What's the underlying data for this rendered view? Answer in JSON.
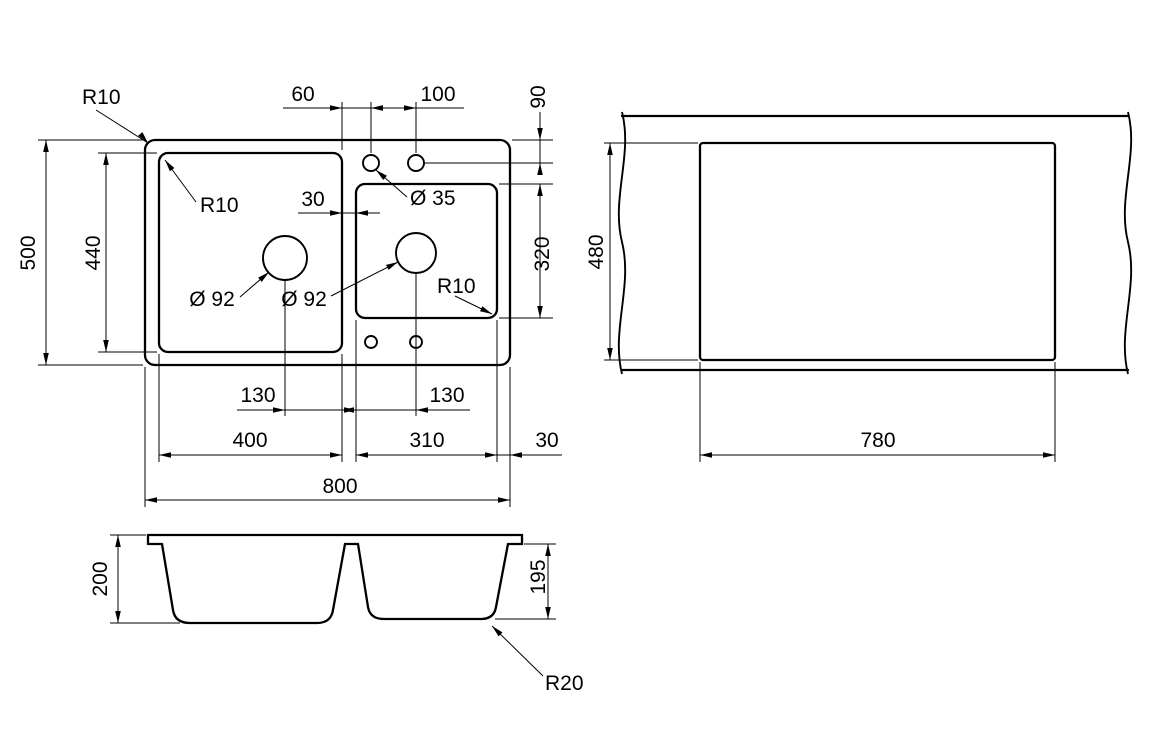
{
  "labels": {
    "plan": {
      "corner_radius": "R10",
      "faucet_hole_offset": "60",
      "faucet_hole_spacing": "100",
      "faucet_hole_edge_distance": "90",
      "overall_depth": "500",
      "left_bowl_depth": "440",
      "bowl_corner_radius": "R10",
      "bowl_gap": "30",
      "faucet_hole_diameter": "Ø 35",
      "right_bowl_depth": "320",
      "right_bowl_corner_radius": "R10",
      "left_drain_diameter": "Ø 92",
      "right_drain_diameter": "Ø 92",
      "left_drain_offset": "130",
      "right_drain_offset": "130",
      "left_bowl_width": "400",
      "right_bowl_width": "310",
      "right_edge_margin": "30",
      "overall_width": "800"
    },
    "cutout": {
      "cutout_width": "780",
      "cutout_depth": "480"
    },
    "section": {
      "left_bowl_height": "200",
      "right_bowl_height": "195",
      "bottom_radius": "R20"
    }
  },
  "colors": {
    "line": "#000000",
    "background": "#ffffff"
  }
}
